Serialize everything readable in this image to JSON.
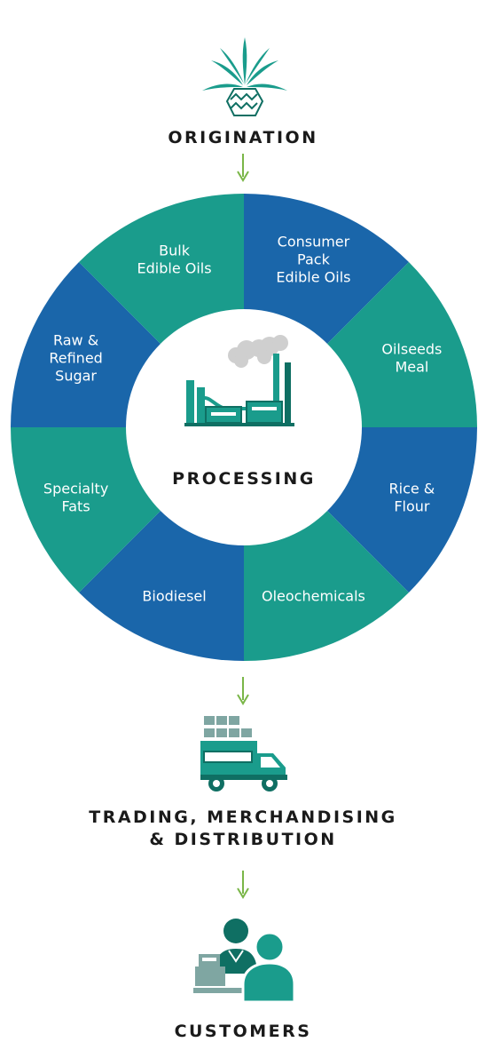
{
  "origination": {
    "title": "ORIGINATION",
    "icon": "palm-plant-icon"
  },
  "processing": {
    "title": "PROCESSING",
    "icon": "factory-icon",
    "colors": {
      "teal": "#1a9c8c",
      "blue": "#1a66aa",
      "center": "#ffffff"
    },
    "segments": [
      {
        "lines": [
          "Consumer",
          "Pack",
          "Edible Oils"
        ],
        "color": "blue"
      },
      {
        "lines": [
          "Oilseeds",
          "Meal"
        ],
        "color": "teal"
      },
      {
        "lines": [
          "Rice &",
          "Flour"
        ],
        "color": "blue"
      },
      {
        "lines": [
          "Oleochemicals"
        ],
        "color": "teal"
      },
      {
        "lines": [
          "Biodiesel"
        ],
        "color": "blue"
      },
      {
        "lines": [
          "Specialty",
          "Fats"
        ],
        "color": "teal"
      },
      {
        "lines": [
          "Raw &",
          "Refined",
          "Sugar"
        ],
        "color": "blue"
      },
      {
        "lines": [
          "Bulk",
          "Edible Oils"
        ],
        "color": "teal"
      }
    ]
  },
  "distribution": {
    "title_line1": "TRADING, MERCHANDISING",
    "title_line2": "& DISTRIBUTION",
    "icon": "delivery-truck-icon"
  },
  "customers": {
    "title": "CUSTOMERS",
    "icon": "cashier-customer-icon"
  },
  "colors": {
    "arrow": "#7ab648",
    "icon_teal": "#1a9c8c",
    "icon_dark": "#0f6f63"
  }
}
